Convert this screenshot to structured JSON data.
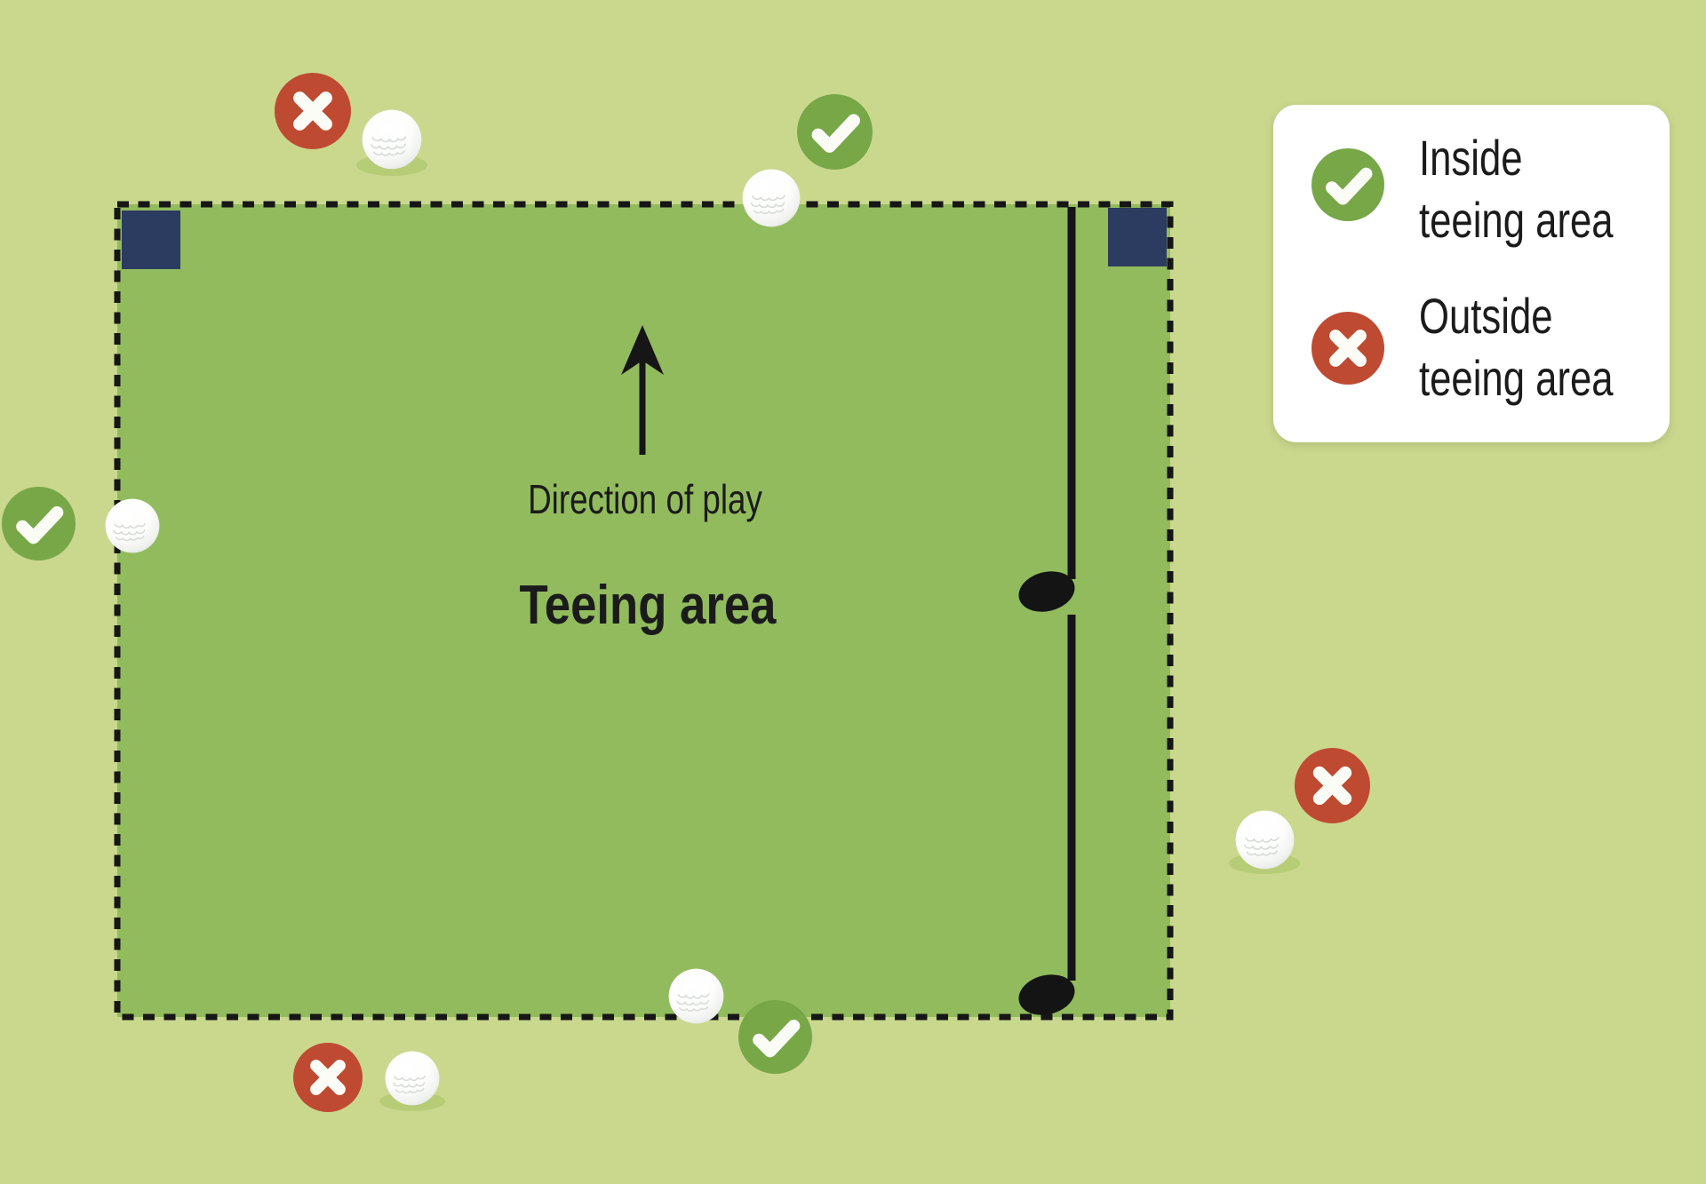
{
  "diagram": {
    "type": "golf-teeing-area-infographic",
    "labels": {
      "direction_of_play": "Direction of play",
      "teeing_area": "Teeing area"
    }
  },
  "legend": {
    "items": [
      {
        "icon": "check-circle-icon",
        "meaning": "inside",
        "lines": [
          "Inside",
          "teeing area"
        ]
      },
      {
        "icon": "cross-circle-icon",
        "meaning": "outside",
        "lines": [
          "Outside",
          "teeing area"
        ]
      }
    ]
  },
  "colors": {
    "background": "#cad88e",
    "teeing_area_fill": "#92bb5e",
    "boundary_dash": "#161616",
    "tee_marker_navy": "#2c3b60",
    "inside_badge_green": "#78a748",
    "outside_badge_red": "#bf4a32",
    "golf_ball_white": "#ffffff",
    "text": "#1b1b1b"
  },
  "scene": {
    "tee_markers": 2,
    "club_lengths_shown": 2,
    "balls": [
      {
        "position": "top-left-outside-boundary",
        "status": "outside"
      },
      {
        "position": "top-center-touching-line",
        "status": "inside"
      },
      {
        "position": "left-edge-touching-line",
        "status": "inside"
      },
      {
        "position": "right-of-teeing-area",
        "status": "outside"
      },
      {
        "position": "bottom-left-outside-boundary",
        "status": "outside"
      },
      {
        "position": "bottom-center-touching-line",
        "status": "inside"
      }
    ]
  }
}
